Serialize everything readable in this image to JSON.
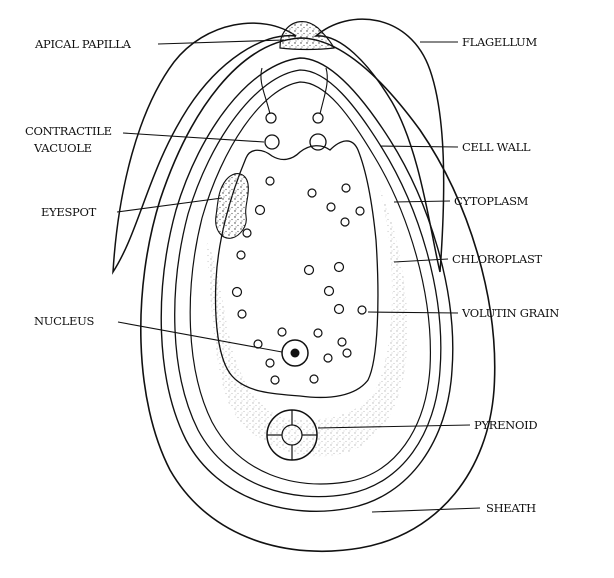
{
  "labels": {
    "apical_papilla": "APICAL PAPILLA",
    "contractile_vacuole_line1": "CONTRACTILE",
    "contractile_vacuole_line2": "VACUOLE",
    "eyespot": "EYESPOT",
    "nucleus": "NUCLEUS",
    "flagellum": "FLAGELLUM",
    "cell_wall": "CELL WALL",
    "cytoplasm": "CYTOPLASM",
    "chloroplast": "CHLOROPLAST",
    "voluting_grain": "VOLUTIN GRAIN",
    "pyrenoid": "PYRENOID",
    "sheath": "SHEATH"
  }
}
